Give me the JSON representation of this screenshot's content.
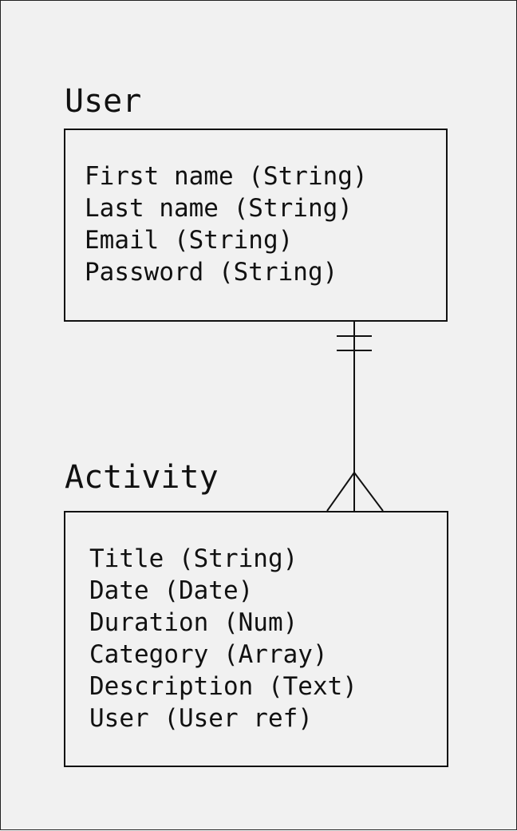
{
  "diagram": {
    "type": "entity-relationship",
    "entities": [
      {
        "name": "User",
        "attributes": [
          "First name (String)",
          "Last name (String)",
          "Email (String)",
          "Password (String)"
        ]
      },
      {
        "name": "Activity",
        "attributes": [
          "Title (String)",
          "Date (Date)",
          "Duration (Num)",
          "Category (Array)",
          "Description (Text)",
          "User (User ref)"
        ]
      }
    ],
    "relationship": {
      "from": "User",
      "to": "Activity",
      "from_cardinality": "one-and-only-one",
      "to_cardinality": "many"
    }
  },
  "colors": {
    "background": "#f1f1f1",
    "stroke": "#111111"
  }
}
